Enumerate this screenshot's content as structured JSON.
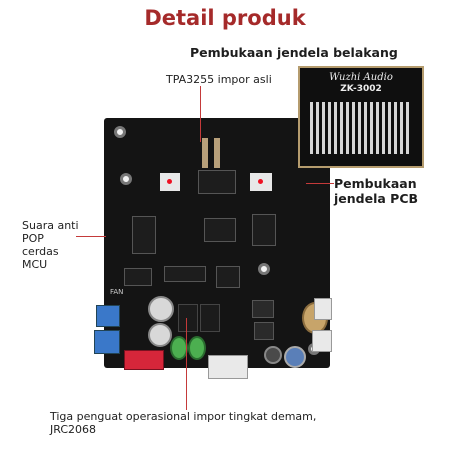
{
  "title": "Detail produk",
  "labels": {
    "rear_window": "Pembukaan jendela belakang",
    "tpa_import": "TPA3255 impor asli",
    "pcb_window_line1": "Pembukaan",
    "pcb_window_line2": "jendela PCB",
    "anti_pop_line1": "Suara anti",
    "anti_pop_line2": "POP",
    "anti_pop_line3": "cerdas",
    "anti_pop_line4": "MCU",
    "opamp_line1": "Tiga penguat operasional impor tingkat demam,",
    "opamp_line2": "JRC2068"
  },
  "board": {
    "brand": "Wuzhi Audio",
    "model": "ZK-3002",
    "silk_fan": "FAN"
  },
  "colors": {
    "title": "#a52a2a",
    "pcb": "#141414",
    "accent_red": "#c43a3a"
  }
}
